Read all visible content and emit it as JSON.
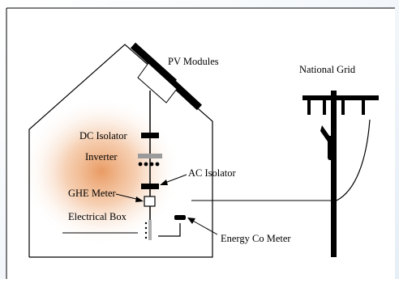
{
  "labels": {
    "pv_modules": "PV Modules",
    "national_grid": "National Grid",
    "dc_isolator": "DC Isolator",
    "inverter": "Inverter",
    "ac_isolator": "AC Isolator",
    "ghe_meter": "GHE Meter",
    "electrical_box": "Electrical Box",
    "energy_co_meter": "Energy Co Meter"
  },
  "colors": {
    "frame_bg": "#eef3f8",
    "line": "#000000",
    "glow": "#e8955a",
    "inverter_grey": "#9a9a9a",
    "box_grey": "#b0b0b0"
  }
}
